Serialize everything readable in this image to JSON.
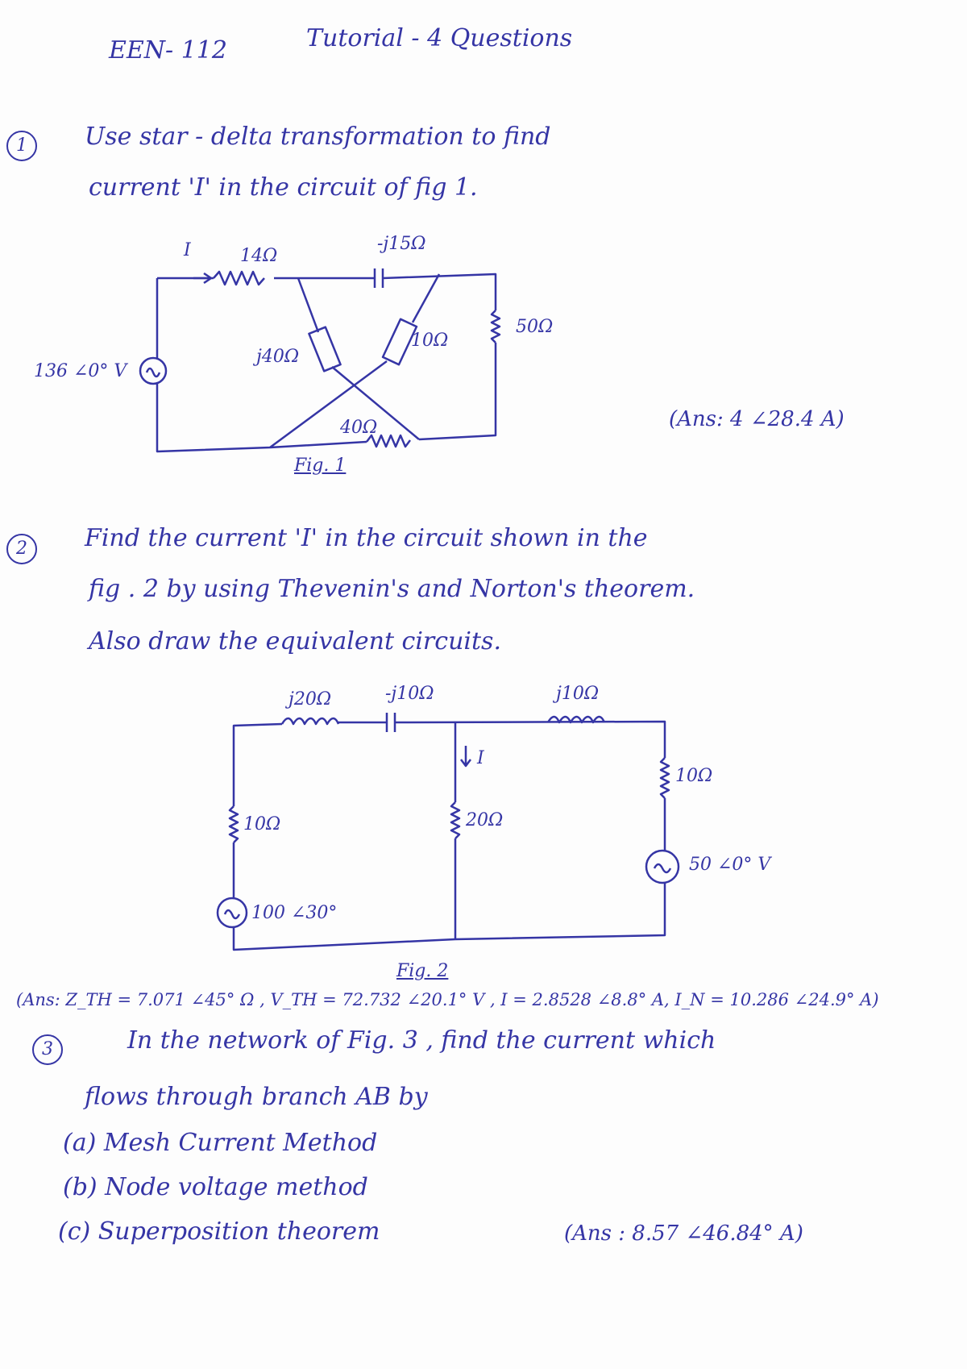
{
  "header": {
    "course": "EEN- 112",
    "title": "Tutorial - 4  Questions"
  },
  "q1": {
    "number": "1",
    "line1": "Use   star - delta  transformation   to   find",
    "line2": "current  'I'  in  the   circuit   of   fig 1.",
    "fig": {
      "current": "I",
      "r14": "14Ω",
      "cap": "-j15Ω",
      "j40": "j40Ω",
      "r10": "10Ω",
      "r50": "50Ω",
      "r40": "40Ω",
      "source": "136 ∠0° V",
      "caption": "Fig. 1"
    },
    "answer": "(Ans: 4 ∠28.4 A)"
  },
  "q2": {
    "number": "2",
    "line1": "Find   the  current  'I'   in  the  circuit  shown  in  the",
    "line2": "fig . 2  by   using    Thevenin's   and   Norton's  theorem.",
    "line3": "Also   draw    the   equivalent  circuits.",
    "fig": {
      "j20": "j20Ω",
      "capj10": "-j10Ω",
      "j10": "j10Ω",
      "current": "I",
      "r10left": "10Ω",
      "r20": "20Ω",
      "r10right": "10Ω",
      "source_left": "100 ∠30°",
      "source_right": "50 ∠0°  V",
      "caption": "Fig. 2"
    },
    "answer": "(Ans:  Z_TH = 7.071 ∠45° Ω , V_TH = 72.732 ∠20.1° V ,  I = 2.8528 ∠8.8° A, I_N = 10.286 ∠24.9° A)"
  },
  "q3": {
    "number": "3",
    "line1": "In  the   network   of   Fig. 3 ,  find  the  current  which",
    "line2": "flows  through   branch   AB   by",
    "a": "(a)  Mesh  Current  Method",
    "b": "(b)  Node  voltage    method",
    "c": "(c)  Superposition    theorem",
    "answer": "(Ans :  8.57 ∠46.84° A)"
  }
}
